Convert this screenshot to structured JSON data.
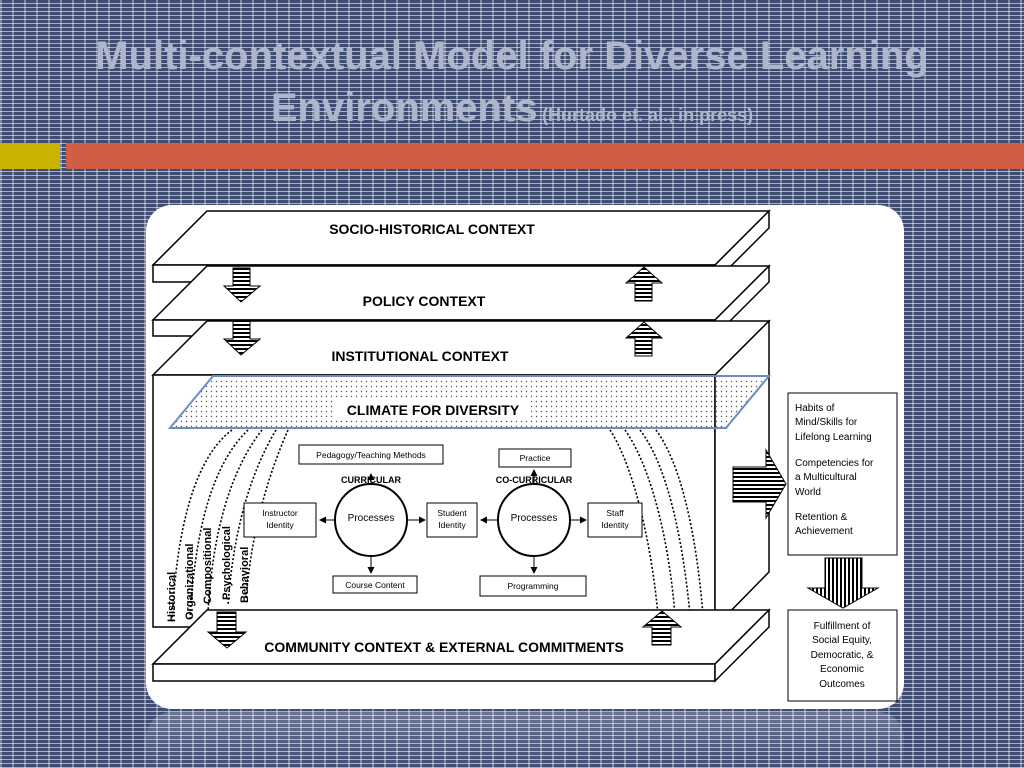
{
  "slide": {
    "title_line1": "Multi-contextual Model for Diverse Learning",
    "title_line2": "Environments",
    "citation": "(Hurtado et. al., in press)"
  },
  "diagram": {
    "layers": {
      "socio_historical": "SOCIO-HISTORICAL CONTEXT",
      "policy": "POLICY CONTEXT",
      "institutional": "INSTITUTIONAL CONTEXT",
      "climate": "CLIMATE FOR DIVERSITY",
      "community": "COMMUNITY CONTEXT & EXTERNAL COMMITMENTS"
    },
    "curricular": {
      "heading": "CURRICULAR",
      "processes": "Processes",
      "top": "Pedagogy/Teaching Methods",
      "left": [
        "Instructor",
        "Identity"
      ],
      "right": [
        "Student",
        "Identity"
      ],
      "bottom": "Course Content"
    },
    "co_curricular": {
      "heading": "CO-CURRICULAR",
      "processes": "Processes",
      "top": "Practice",
      "right": [
        "Staff",
        "Identity"
      ],
      "bottom": "Programming"
    },
    "dimensions": [
      "Historical",
      "Organizational",
      "Compositional",
      "Psychological",
      "Behavioral"
    ],
    "outcomes": {
      "habits": [
        "Habits of",
        "Mind/Skills for",
        "Lifelong Learning"
      ],
      "competencies": [
        "Competencies for",
        "a Multicultural",
        "World"
      ],
      "retention": [
        "Retention &",
        "Achievement"
      ],
      "fulfillment": [
        "Fulfillment of",
        "Social Equity,",
        "Democratic, &",
        "Economic",
        "Outcomes"
      ]
    },
    "colors": {
      "slide_background": "#3f4d72",
      "accent_yellow": "#c8b400",
      "accent_red": "#d05e47",
      "climate_border": "#6a8cc8"
    }
  }
}
